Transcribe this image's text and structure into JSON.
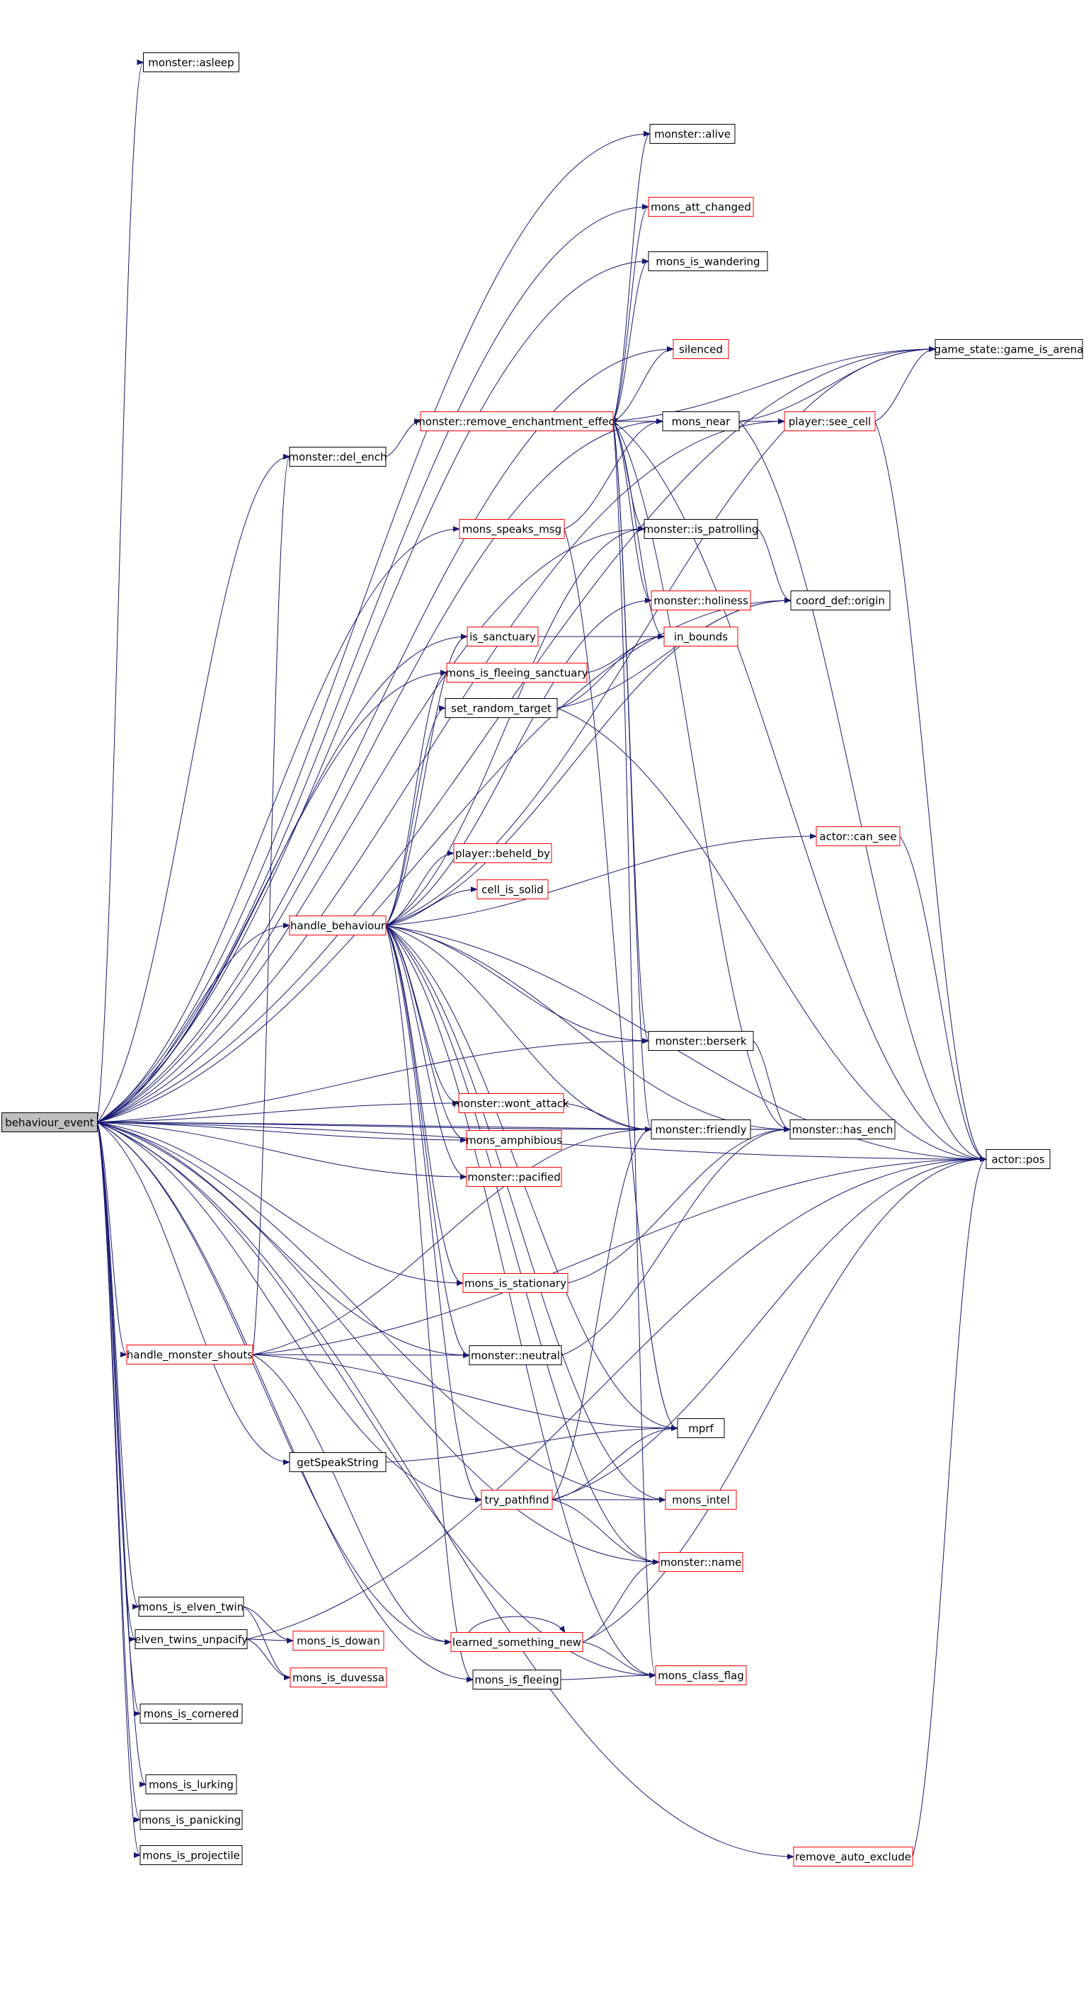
{
  "colors": {
    "edge": "#191970",
    "box_border_normal": "#000000",
    "box_border_linked": "#ff0000",
    "root_fill": "#bfbfbf",
    "node_fill": "#ffffff",
    "text": "#000000"
  },
  "root": "behaviour_event",
  "nodes": [
    {
      "id": "behaviour_event",
      "label": "behaviour_event",
      "style": "root"
    },
    {
      "id": "asleep",
      "label": "monster::asleep",
      "style": "normal"
    },
    {
      "id": "alive",
      "label": "monster::alive",
      "style": "normal"
    },
    {
      "id": "att_changed",
      "label": "mons_att_changed",
      "style": "linked"
    },
    {
      "id": "wandering",
      "label": "mons_is_wandering",
      "style": "normal"
    },
    {
      "id": "silenced",
      "label": "silenced",
      "style": "linked"
    },
    {
      "id": "game_is_arena",
      "label": "game_state::game_is_arena",
      "style": "normal"
    },
    {
      "id": "remove_ench",
      "label": "monster::remove_enchantment_effect",
      "style": "linked"
    },
    {
      "id": "mons_near",
      "label": "mons_near",
      "style": "normal"
    },
    {
      "id": "see_cell",
      "label": "player::see_cell",
      "style": "linked"
    },
    {
      "id": "del_ench",
      "label": "monster::del_ench",
      "style": "normal"
    },
    {
      "id": "speaks_msg",
      "label": "mons_speaks_msg",
      "style": "linked"
    },
    {
      "id": "is_patrolling",
      "label": "monster::is_patrolling",
      "style": "normal"
    },
    {
      "id": "holiness",
      "label": "monster::holiness",
      "style": "linked"
    },
    {
      "id": "origin",
      "label": "coord_def::origin",
      "style": "normal"
    },
    {
      "id": "is_sanctuary",
      "label": "is_sanctuary",
      "style": "linked"
    },
    {
      "id": "in_bounds",
      "label": "in_bounds",
      "style": "linked"
    },
    {
      "id": "fleeing_sanct",
      "label": "mons_is_fleeing_sanctuary",
      "style": "linked"
    },
    {
      "id": "set_random_target",
      "label": "set_random_target",
      "style": "normal"
    },
    {
      "id": "can_see",
      "label": "actor::can_see",
      "style": "linked"
    },
    {
      "id": "beheld_by",
      "label": "player::beheld_by",
      "style": "linked"
    },
    {
      "id": "cell_is_solid",
      "label": "cell_is_solid",
      "style": "linked"
    },
    {
      "id": "handle_behaviour",
      "label": "handle_behaviour",
      "style": "linked"
    },
    {
      "id": "berserk",
      "label": "monster::berserk",
      "style": "normal"
    },
    {
      "id": "wont_attack",
      "label": "monster::wont_attack",
      "style": "linked"
    },
    {
      "id": "friendly",
      "label": "monster::friendly",
      "style": "normal"
    },
    {
      "id": "has_ench",
      "label": "monster::has_ench",
      "style": "normal"
    },
    {
      "id": "amphibious",
      "label": "mons_amphibious",
      "style": "linked"
    },
    {
      "id": "actor_pos",
      "label": "actor::pos",
      "style": "normal"
    },
    {
      "id": "pacified",
      "label": "monster::pacified",
      "style": "linked"
    },
    {
      "id": "stationary",
      "label": "mons_is_stationary",
      "style": "linked"
    },
    {
      "id": "shouts",
      "label": "handle_monster_shouts",
      "style": "linked"
    },
    {
      "id": "neutral",
      "label": "monster::neutral",
      "style": "normal"
    },
    {
      "id": "mprf",
      "label": "mprf",
      "style": "normal"
    },
    {
      "id": "getSpeakString",
      "label": "getSpeakString",
      "style": "normal"
    },
    {
      "id": "try_pathfind",
      "label": "try_pathfind",
      "style": "linked"
    },
    {
      "id": "mons_intel",
      "label": "mons_intel",
      "style": "linked"
    },
    {
      "id": "monster_name",
      "label": "monster::name",
      "style": "linked"
    },
    {
      "id": "elven_twin",
      "label": "mons_is_elven_twin",
      "style": "normal"
    },
    {
      "id": "dowan",
      "label": "mons_is_dowan",
      "style": "linked"
    },
    {
      "id": "unpacify",
      "label": "elven_twins_unpacify",
      "style": "normal"
    },
    {
      "id": "learned",
      "label": "learned_something_new",
      "style": "linked"
    },
    {
      "id": "duvessa",
      "label": "mons_is_duvessa",
      "style": "linked"
    },
    {
      "id": "class_flag",
      "label": "mons_class_flag",
      "style": "linked"
    },
    {
      "id": "fleeing",
      "label": "mons_is_fleeing",
      "style": "normal"
    },
    {
      "id": "cornered",
      "label": "mons_is_cornered",
      "style": "normal"
    },
    {
      "id": "lurking",
      "label": "mons_is_lurking",
      "style": "normal"
    },
    {
      "id": "panicking",
      "label": "mons_is_panicking",
      "style": "normal"
    },
    {
      "id": "projectile",
      "label": "mons_is_projectile",
      "style": "normal"
    },
    {
      "id": "remove_auto_exclude",
      "label": "remove_auto_exclude",
      "style": "linked"
    }
  ],
  "edges": [
    [
      "behaviour_event",
      "asleep"
    ],
    [
      "behaviour_event",
      "alive"
    ],
    [
      "behaviour_event",
      "att_changed"
    ],
    [
      "behaviour_event",
      "wandering"
    ],
    [
      "behaviour_event",
      "silenced"
    ],
    [
      "behaviour_event",
      "game_is_arena"
    ],
    [
      "behaviour_event",
      "mons_near"
    ],
    [
      "behaviour_event",
      "see_cell"
    ],
    [
      "behaviour_event",
      "del_ench"
    ],
    [
      "behaviour_event",
      "speaks_msg"
    ],
    [
      "behaviour_event",
      "is_patrolling"
    ],
    [
      "behaviour_event",
      "origin"
    ],
    [
      "behaviour_event",
      "is_sanctuary"
    ],
    [
      "behaviour_event",
      "fleeing_sanct"
    ],
    [
      "behaviour_event",
      "handle_behaviour"
    ],
    [
      "behaviour_event",
      "berserk"
    ],
    [
      "behaviour_event",
      "wont_attack"
    ],
    [
      "behaviour_event",
      "amphibious"
    ],
    [
      "behaviour_event",
      "pacified"
    ],
    [
      "behaviour_event",
      "friendly"
    ],
    [
      "behaviour_event",
      "has_ench"
    ],
    [
      "behaviour_event",
      "stationary"
    ],
    [
      "behaviour_event",
      "shouts"
    ],
    [
      "behaviour_event",
      "neutral"
    ],
    [
      "behaviour_event",
      "getSpeakString"
    ],
    [
      "behaviour_event",
      "try_pathfind"
    ],
    [
      "behaviour_event",
      "mons_intel"
    ],
    [
      "behaviour_event",
      "monster_name"
    ],
    [
      "behaviour_event",
      "elven_twin"
    ],
    [
      "behaviour_event",
      "unpacify"
    ],
    [
      "behaviour_event",
      "learned"
    ],
    [
      "behaviour_event",
      "fleeing"
    ],
    [
      "behaviour_event",
      "cornered"
    ],
    [
      "behaviour_event",
      "lurking"
    ],
    [
      "behaviour_event",
      "panicking"
    ],
    [
      "behaviour_event",
      "projectile"
    ],
    [
      "behaviour_event",
      "class_flag"
    ],
    [
      "behaviour_event",
      "remove_auto_exclude"
    ],
    [
      "behaviour_event",
      "actor_pos"
    ],
    [
      "remove_ench",
      "alive"
    ],
    [
      "remove_ench",
      "att_changed"
    ],
    [
      "remove_ench",
      "wandering"
    ],
    [
      "remove_ench",
      "silenced"
    ],
    [
      "remove_ench",
      "game_is_arena"
    ],
    [
      "remove_ench",
      "mons_near"
    ],
    [
      "remove_ench",
      "is_patrolling"
    ],
    [
      "remove_ench",
      "holiness"
    ],
    [
      "remove_ench",
      "in_bounds"
    ],
    [
      "remove_ench",
      "berserk"
    ],
    [
      "remove_ench",
      "friendly"
    ],
    [
      "remove_ench",
      "has_ench"
    ],
    [
      "remove_ench",
      "actor_pos"
    ],
    [
      "remove_ench",
      "class_flag"
    ],
    [
      "del_ench",
      "remove_ench"
    ],
    [
      "mons_near",
      "game_is_arena"
    ],
    [
      "mons_near",
      "see_cell"
    ],
    [
      "mons_near",
      "actor_pos"
    ],
    [
      "see_cell",
      "game_is_arena"
    ],
    [
      "see_cell",
      "actor_pos"
    ],
    [
      "speaks_msg",
      "mons_near"
    ],
    [
      "speaks_msg",
      "mprf"
    ],
    [
      "is_patrolling",
      "origin"
    ],
    [
      "is_sanctuary",
      "in_bounds"
    ],
    [
      "fleeing_sanct",
      "in_bounds"
    ],
    [
      "set_random_target",
      "in_bounds"
    ],
    [
      "set_random_target",
      "origin"
    ],
    [
      "set_random_target",
      "actor_pos"
    ],
    [
      "can_see",
      "actor_pos"
    ],
    [
      "handle_behaviour",
      "game_is_arena"
    ],
    [
      "handle_behaviour",
      "is_patrolling"
    ],
    [
      "handle_behaviour",
      "holiness"
    ],
    [
      "handle_behaviour",
      "is_sanctuary"
    ],
    [
      "handle_behaviour",
      "fleeing_sanct"
    ],
    [
      "handle_behaviour",
      "set_random_target"
    ],
    [
      "handle_behaviour",
      "origin"
    ],
    [
      "handle_behaviour",
      "can_see"
    ],
    [
      "handle_behaviour",
      "beheld_by"
    ],
    [
      "handle_behaviour",
      "cell_is_solid"
    ],
    [
      "handle_behaviour",
      "berserk"
    ],
    [
      "handle_behaviour",
      "wont_attack"
    ],
    [
      "handle_behaviour",
      "amphibious"
    ],
    [
      "handle_behaviour",
      "pacified"
    ],
    [
      "handle_behaviour",
      "friendly"
    ],
    [
      "handle_behaviour",
      "has_ench"
    ],
    [
      "handle_behaviour",
      "stationary"
    ],
    [
      "handle_behaviour",
      "neutral"
    ],
    [
      "handle_behaviour",
      "try_pathfind"
    ],
    [
      "handle_behaviour",
      "mons_intel"
    ],
    [
      "handle_behaviour",
      "monster_name"
    ],
    [
      "handle_behaviour",
      "fleeing"
    ],
    [
      "handle_behaviour",
      "class_flag"
    ],
    [
      "handle_behaviour",
      "mprf"
    ],
    [
      "handle_behaviour",
      "actor_pos"
    ],
    [
      "berserk",
      "has_ench"
    ],
    [
      "wont_attack",
      "friendly"
    ],
    [
      "friendly",
      "has_ench"
    ],
    [
      "stationary",
      "has_ench"
    ],
    [
      "neutral",
      "has_ench"
    ],
    [
      "shouts",
      "del_ench"
    ],
    [
      "shouts",
      "neutral"
    ],
    [
      "shouts",
      "friendly"
    ],
    [
      "shouts",
      "mprf"
    ],
    [
      "shouts",
      "learned"
    ],
    [
      "shouts",
      "actor_pos"
    ],
    [
      "getSpeakString",
      "mprf"
    ],
    [
      "try_pathfind",
      "mprf"
    ],
    [
      "try_pathfind",
      "mons_intel"
    ],
    [
      "try_pathfind",
      "monster_name"
    ],
    [
      "try_pathfind",
      "friendly"
    ],
    [
      "try_pathfind",
      "actor_pos"
    ],
    [
      "elven_twin",
      "dowan"
    ],
    [
      "elven_twin",
      "duvessa"
    ],
    [
      "unpacify",
      "dowan"
    ],
    [
      "unpacify",
      "duvessa"
    ],
    [
      "unpacify",
      "actor_pos"
    ],
    [
      "learned",
      "learned"
    ],
    [
      "learned",
      "monster_name"
    ],
    [
      "learned",
      "class_flag"
    ],
    [
      "learned",
      "actor_pos"
    ],
    [
      "fleeing",
      "class_flag"
    ],
    [
      "remove_auto_exclude",
      "actor_pos"
    ]
  ]
}
